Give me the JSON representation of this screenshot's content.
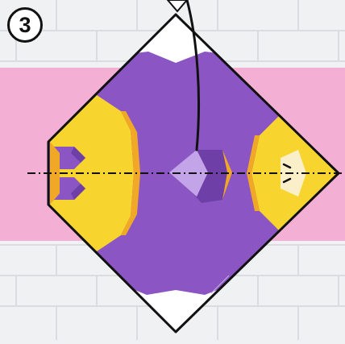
{
  "step": {
    "number": "3"
  },
  "colors": {
    "background": "#eff1f2",
    "brick_line": "#d9dde0",
    "band": "#f4afd5",
    "paper_purple": "#8b56c4",
    "paper_shadow": "#6f3fa8",
    "paper_yellow": "#f7d52e",
    "paper_orange": "#f0a826",
    "paper_white": "#ffffff",
    "paper_cream": "#fbefc9",
    "paper_lilac": "#c3a4e8",
    "outline": "#111111"
  },
  "icons": {
    "fold_line": "dash-dot-fold-line",
    "arrow": "fold-arrow-icon",
    "model": "origami-diamond-model"
  }
}
